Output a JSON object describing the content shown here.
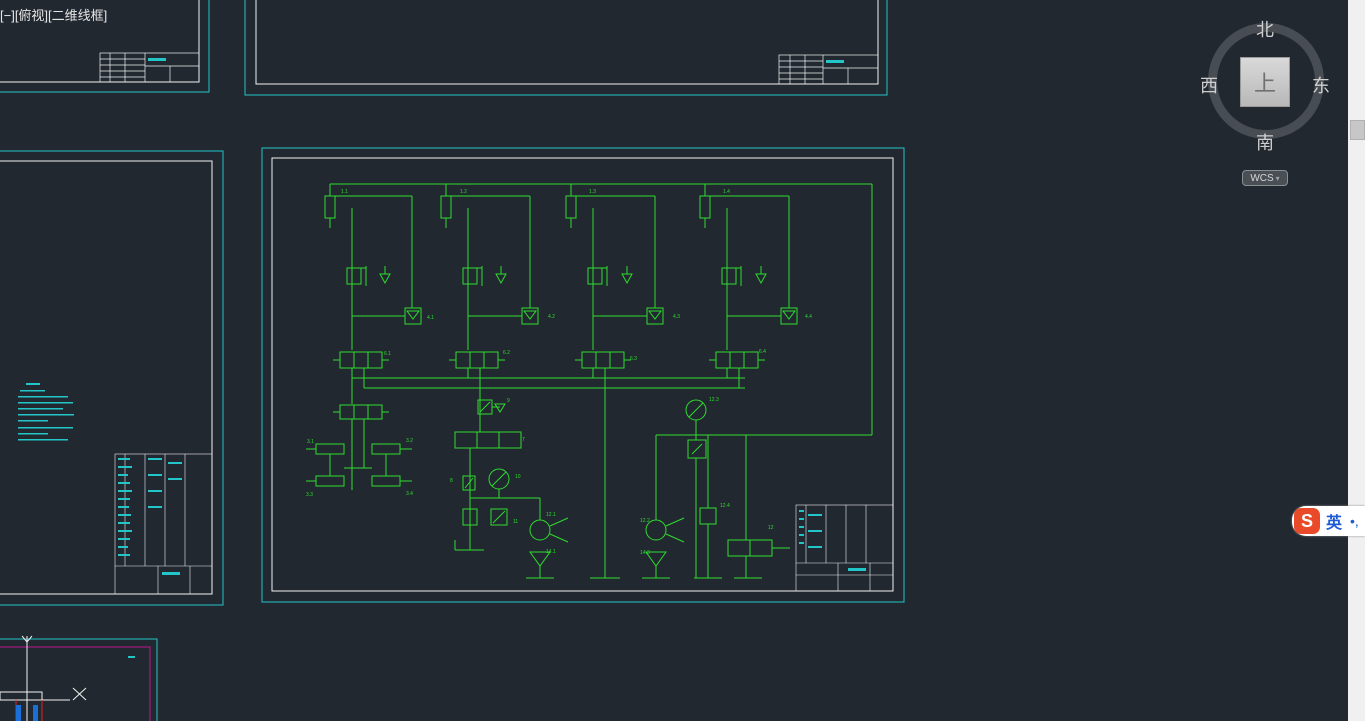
{
  "viewport": {
    "view_label": "[−][俯视][二维线框]"
  },
  "viewcube": {
    "north": "北",
    "south": "南",
    "east": "东",
    "west": "西",
    "face": "上",
    "coordinate_system": "WCS"
  },
  "ime": {
    "language": "英"
  },
  "drawing": {
    "component_labels": [
      "1.1",
      "1.2",
      "1.3",
      "1.4",
      "3.1",
      "3.2",
      "3.3",
      "3.4",
      "4.1",
      "4.2",
      "4.3",
      "4.4",
      "6.1",
      "6.2",
      "6.3",
      "6.4",
      "8",
      "7",
      "9",
      "10",
      "11",
      "12",
      "12.1",
      "12.2",
      "12.3",
      "14.1",
      "14.3",
      "12.4"
    ]
  },
  "colors": {
    "background": "#212830",
    "frame": "#23c6c8",
    "schematic": "#2edc2e",
    "white_line": "#f2f2f2",
    "magenta": "#c0168f",
    "red": "#e22222"
  }
}
